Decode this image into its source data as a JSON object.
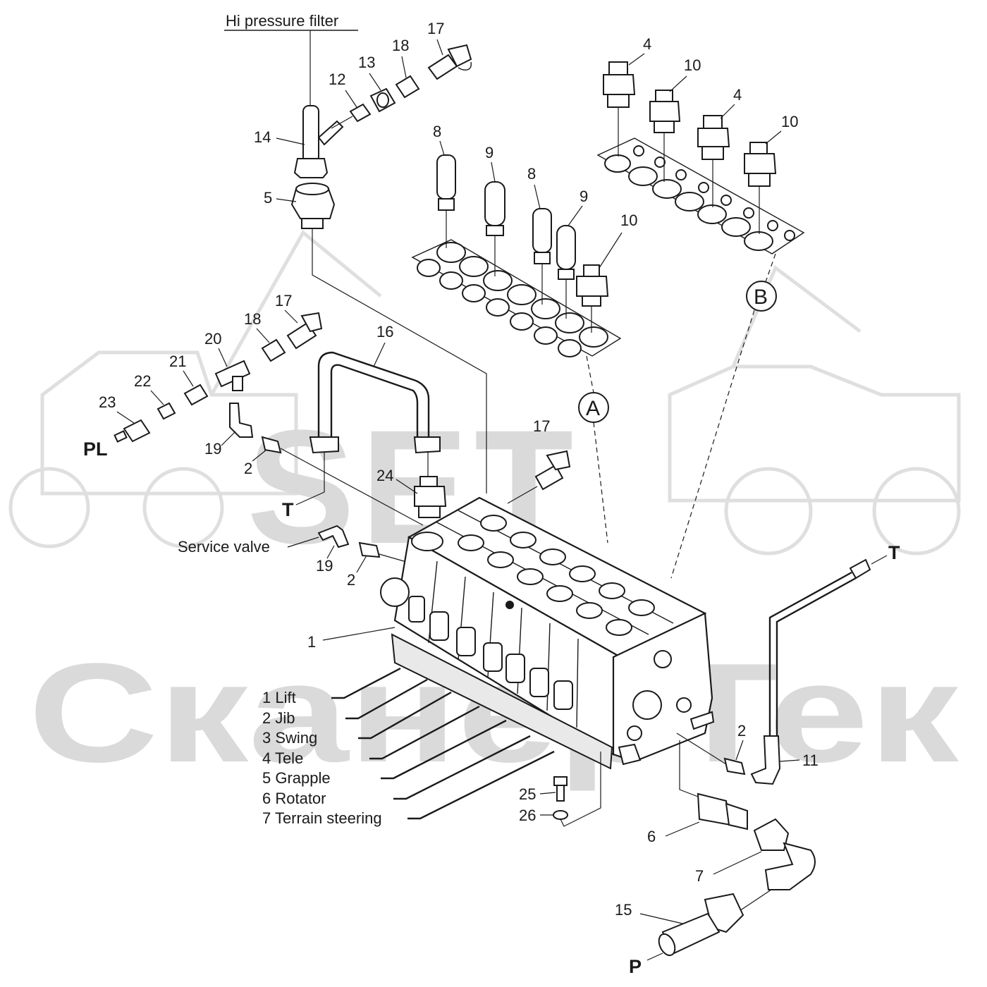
{
  "watermark": {
    "logo_text": "SET",
    "company_text": "СканерТек"
  },
  "title": "Hi pressure filter",
  "service_valve": "Service valve",
  "ports": {
    "pl": "PL",
    "t_left": "T",
    "t_right": "T",
    "p": "P"
  },
  "detail_markers": {
    "a": "A",
    "b": "B"
  },
  "sections": [
    "1 Lift",
    "2 Jib",
    "3 Swing",
    "4 Tele",
    "5 Grapple",
    "6 Rotator",
    "7 Terrain steering"
  ],
  "callouts": {
    "c17a": "17",
    "c18a": "18",
    "c13": "13",
    "c12": "12",
    "c14": "14",
    "c5": "5",
    "c8a": "8",
    "c9a": "9",
    "c8b": "8",
    "c9b": "9",
    "c10a": "10",
    "c4a": "4",
    "c10b": "10",
    "c4b": "4",
    "c10c": "10",
    "c17b": "17",
    "c18b": "18",
    "c20": "20",
    "c21": "21",
    "c22": "22",
    "c23": "23",
    "c19a": "19",
    "c2a": "2",
    "c16": "16",
    "c17c": "17",
    "c24": "24",
    "c19b": "19",
    "c2b": "2",
    "c1": "1",
    "c2c": "2",
    "c11": "11",
    "c25": "25",
    "c26": "26",
    "c6": "6",
    "c7": "7",
    "c15": "15"
  }
}
